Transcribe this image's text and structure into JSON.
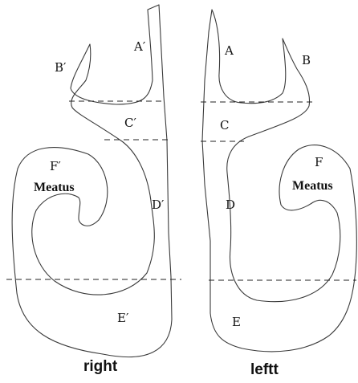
{
  "right": {
    "caption": "right",
    "labels": {
      "a": "A′",
      "b": "B′",
      "c": "C′",
      "d": "D′",
      "e": "E′",
      "f": "F′",
      "meatus": "Meatus"
    }
  },
  "left": {
    "caption": "leftt",
    "labels": {
      "a": "A",
      "b": "B",
      "c": "C",
      "d": "D",
      "e": "E",
      "f": "F",
      "meatus": "Meatus"
    }
  }
}
